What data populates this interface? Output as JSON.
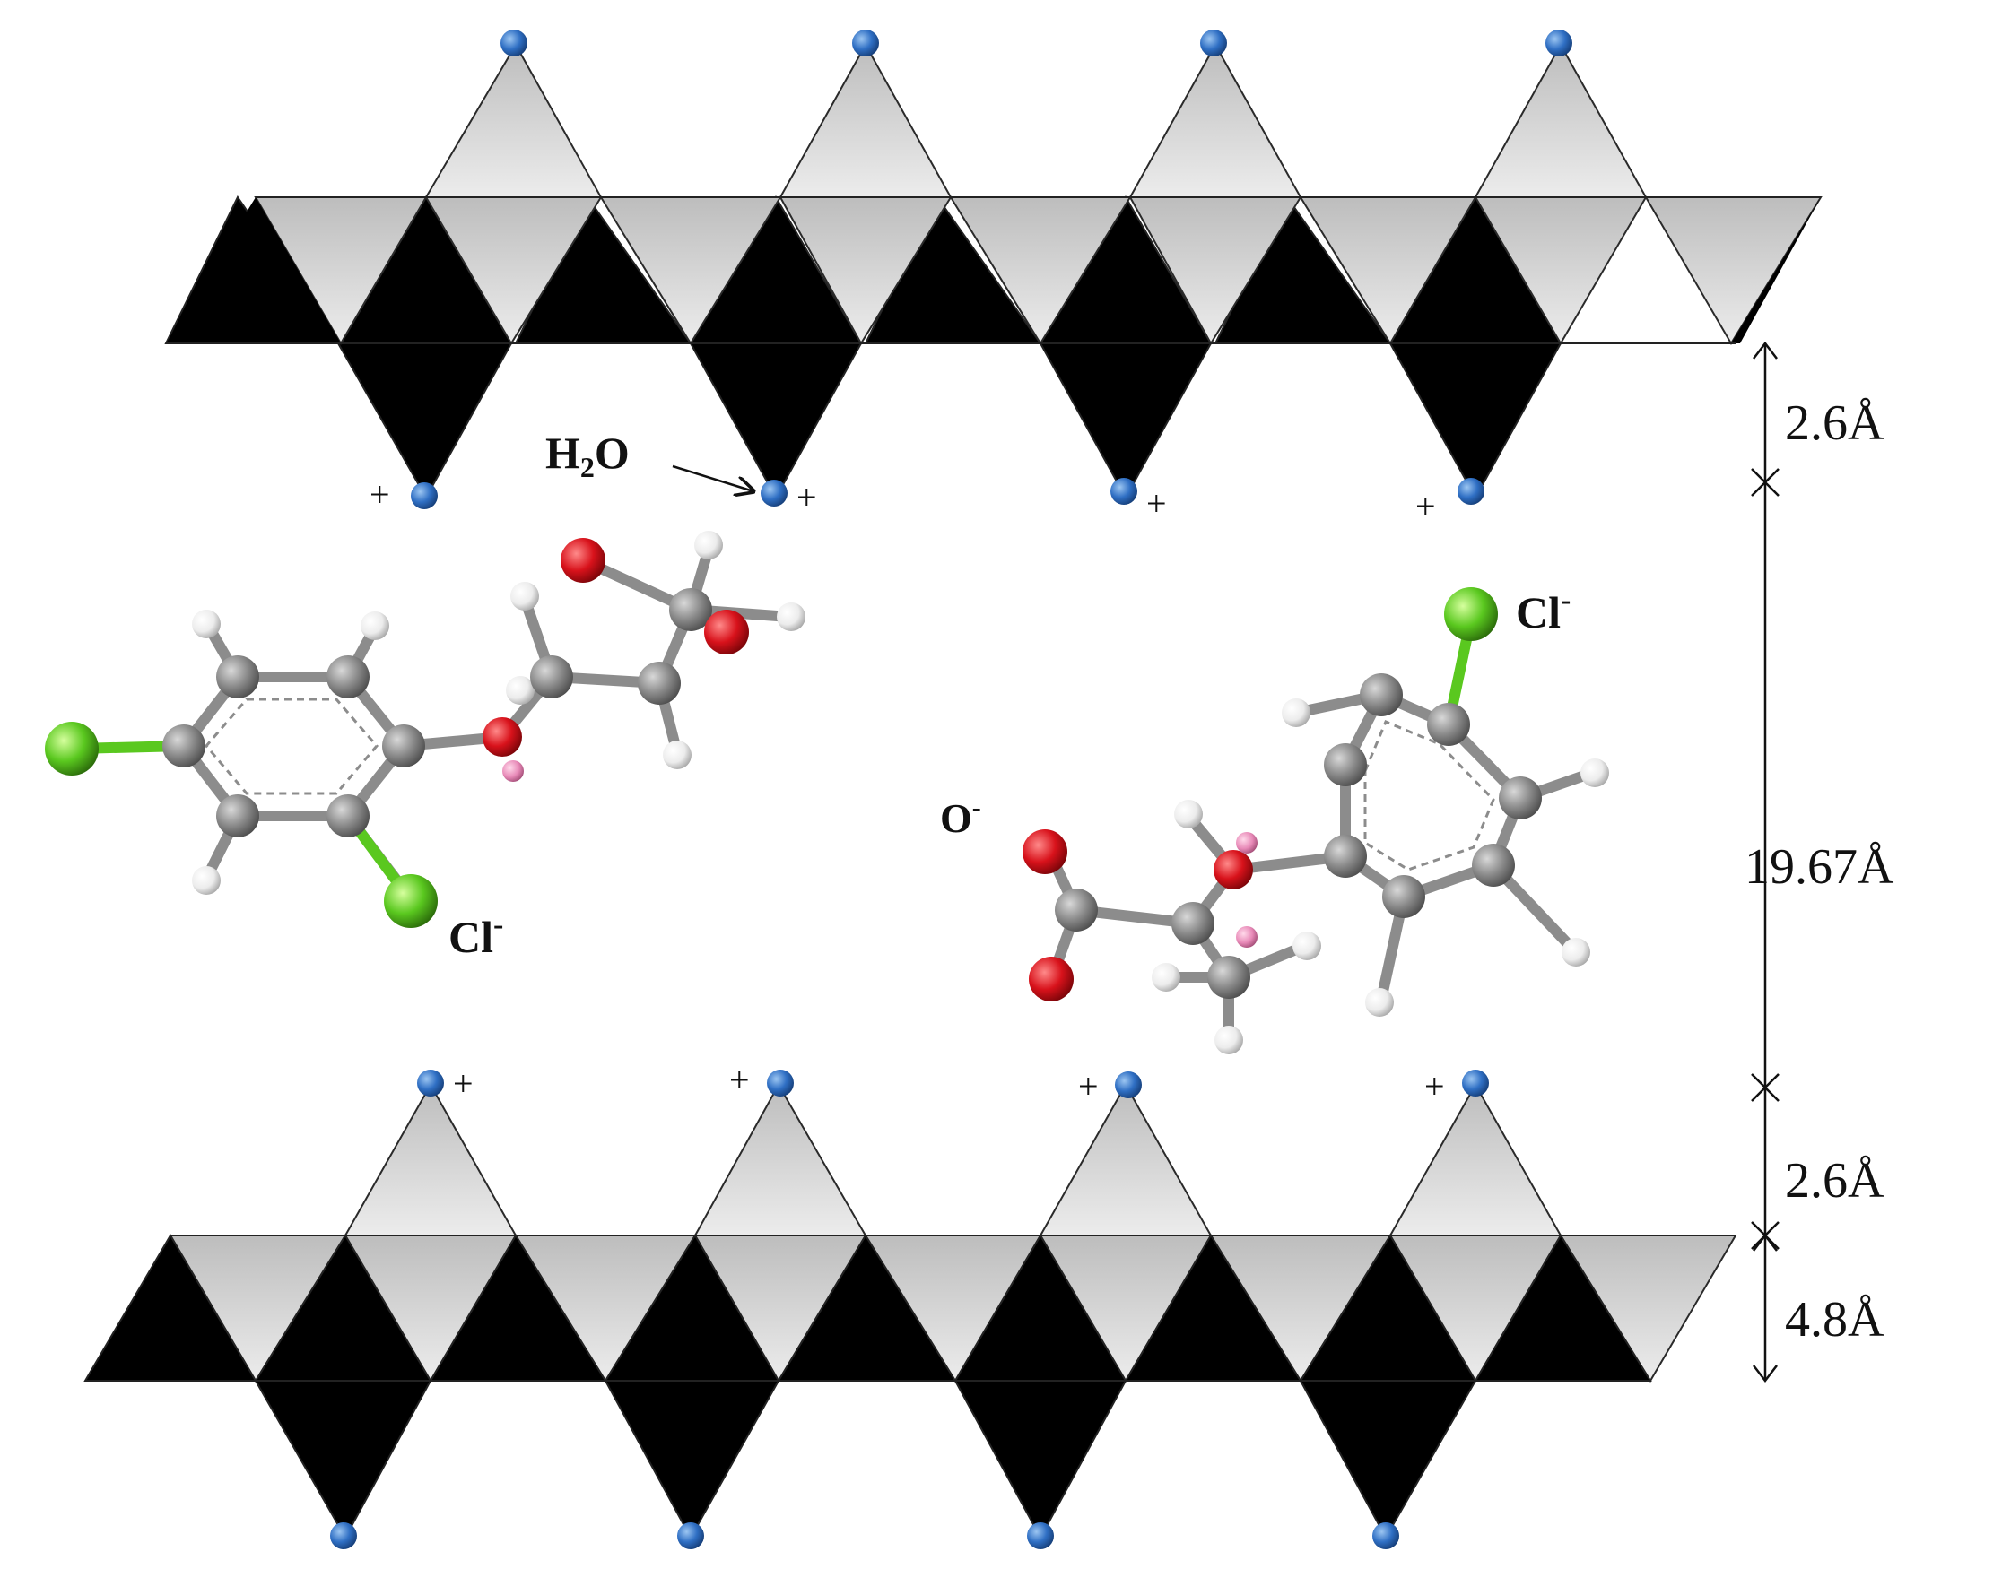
{
  "labels": {
    "water_main": "H",
    "water_sub": "2",
    "water_end": "O",
    "chloride_main": "Cl",
    "chloride_sup": "-",
    "oxygen_main": "O",
    "oxygen_sup": "-",
    "plus": "+"
  },
  "dimensions": {
    "top_gap": "2.6Å",
    "interlayer": "19.67Å",
    "bottom_gap": "2.6Å",
    "layer_thickness": "4.8Å"
  },
  "colors": {
    "octahedron_dark": "#000000",
    "octahedron_light": "#d4d4d4",
    "hydroxyl_site": "#2f6fc4",
    "carbon": "#8a8a8a",
    "hydrogen": "#f0f0f0",
    "oxygen": "#d8121b",
    "chlorine": "#5ac81f",
    "acidic_hydrogen": "#e88ab8"
  }
}
